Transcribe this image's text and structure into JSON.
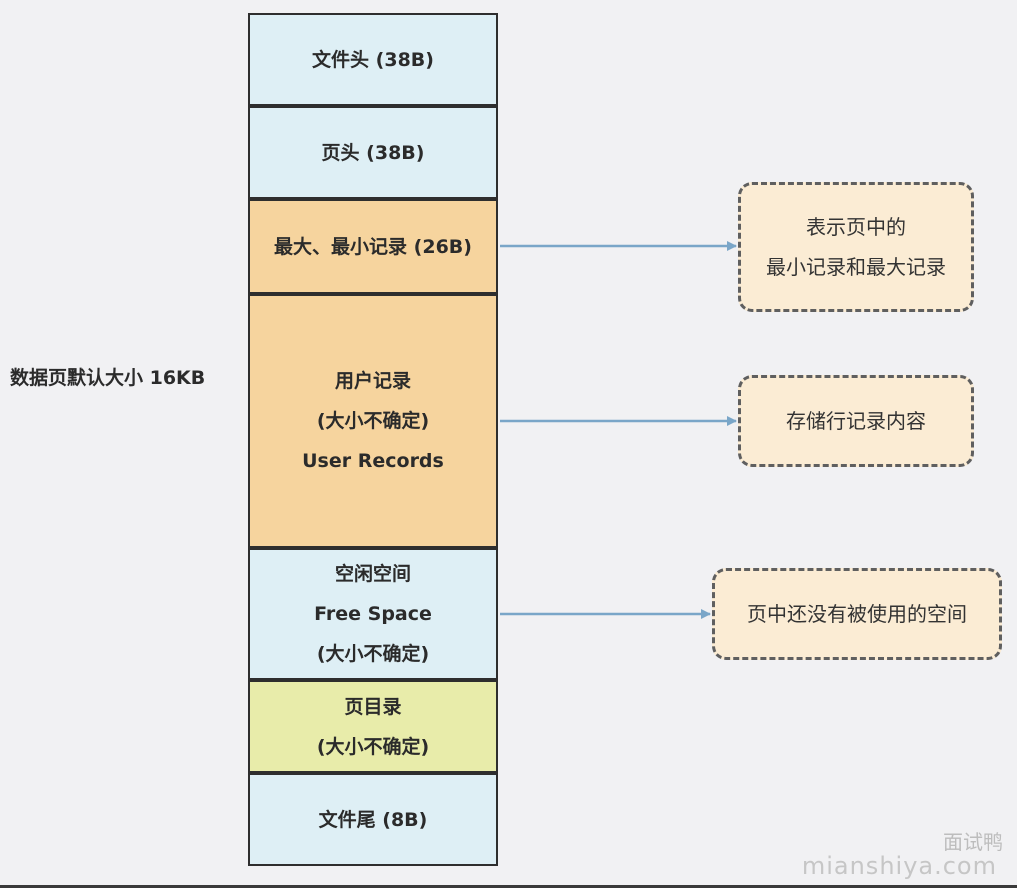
{
  "diagram": {
    "side_label": "数据页默认大小 16KB",
    "blocks": [
      {
        "lines": [
          "文件头 (38B)"
        ],
        "color": "#deeff5"
      },
      {
        "lines": [
          "页头 (38B)"
        ],
        "color": "#deeff5"
      },
      {
        "lines": [
          "最大、最小记录 (26B)"
        ],
        "color": "#f6d49e"
      },
      {
        "lines": [
          "用户记录",
          "(大小不确定)",
          "User Records"
        ],
        "color": "#f6d49e"
      },
      {
        "lines": [
          "空闲空间",
          "Free Space",
          "(大小不确定)"
        ],
        "color": "#deeff5"
      },
      {
        "lines": [
          "页目录",
          "(大小不确定)"
        ],
        "color": "#e8ecaa"
      },
      {
        "lines": [
          "文件尾 (8B)"
        ],
        "color": "#deeff5"
      }
    ],
    "notes": [
      {
        "lines": [
          "表示页中的",
          "最小记录和最大记录"
        ]
      },
      {
        "lines": [
          "存储行记录内容"
        ]
      },
      {
        "lines": [
          "页中还没有被使用的空间"
        ]
      }
    ],
    "arrow_color": "#7aa6c8"
  },
  "watermark": {
    "brand": "面试鸭",
    "site": "mianshiya.com"
  }
}
